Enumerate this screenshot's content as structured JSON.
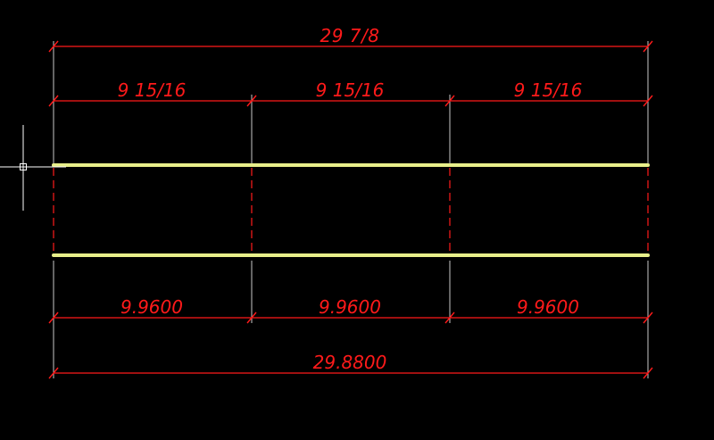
{
  "colors": {
    "background": "#000000",
    "dimension": "#ff1a1a",
    "geometry_line": "#e8ef8a",
    "extension_line": "#c8c8c8",
    "crosshair": "#ffffff"
  },
  "dimensions": {
    "top_overall": {
      "text": "29 7/8"
    },
    "top_segments": [
      {
        "text": "9 15/16"
      },
      {
        "text": "9 15/16"
      },
      {
        "text": "9 15/16"
      }
    ],
    "bottom_segments": [
      {
        "text": "9.9600"
      },
      {
        "text": "9.9600"
      },
      {
        "text": "9.9600"
      }
    ],
    "bottom_overall": {
      "text": "29.8800"
    }
  }
}
